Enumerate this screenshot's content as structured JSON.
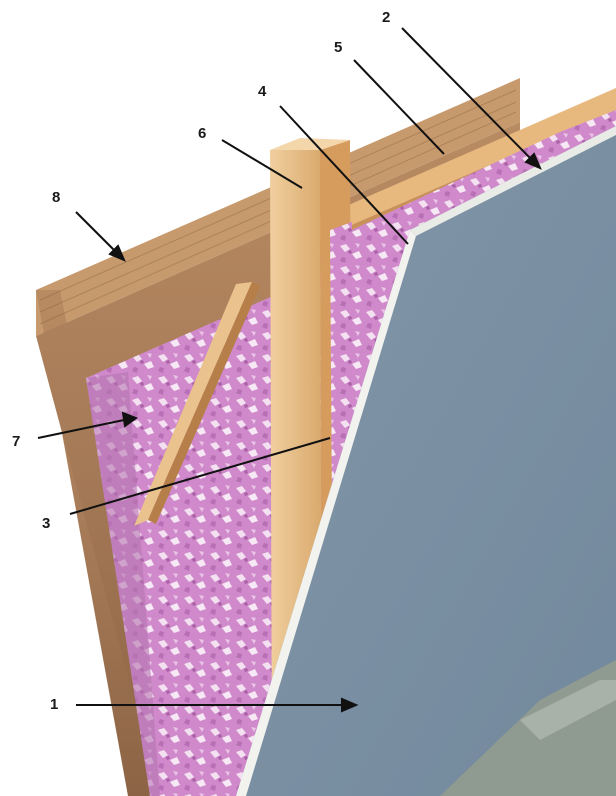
{
  "figure": {
    "callouts": [
      {
        "id": "1",
        "label": "1"
      },
      {
        "id": "2",
        "label": "2"
      },
      {
        "id": "3",
        "label": "3"
      },
      {
        "id": "4",
        "label": "4"
      },
      {
        "id": "5",
        "label": "5"
      },
      {
        "id": "6",
        "label": "6"
      },
      {
        "id": "7",
        "label": "7"
      },
      {
        "id": "8",
        "label": "8"
      }
    ],
    "colors": {
      "drywall": "#7f93a6",
      "drywall_edge": "#f4f4f0",
      "insulation": "#d38fcf",
      "insulation_light": "#f1dcef",
      "wood_light": "#e6b77d",
      "wood_dark": "#9b7150",
      "concrete": "#8f9a90"
    }
  }
}
